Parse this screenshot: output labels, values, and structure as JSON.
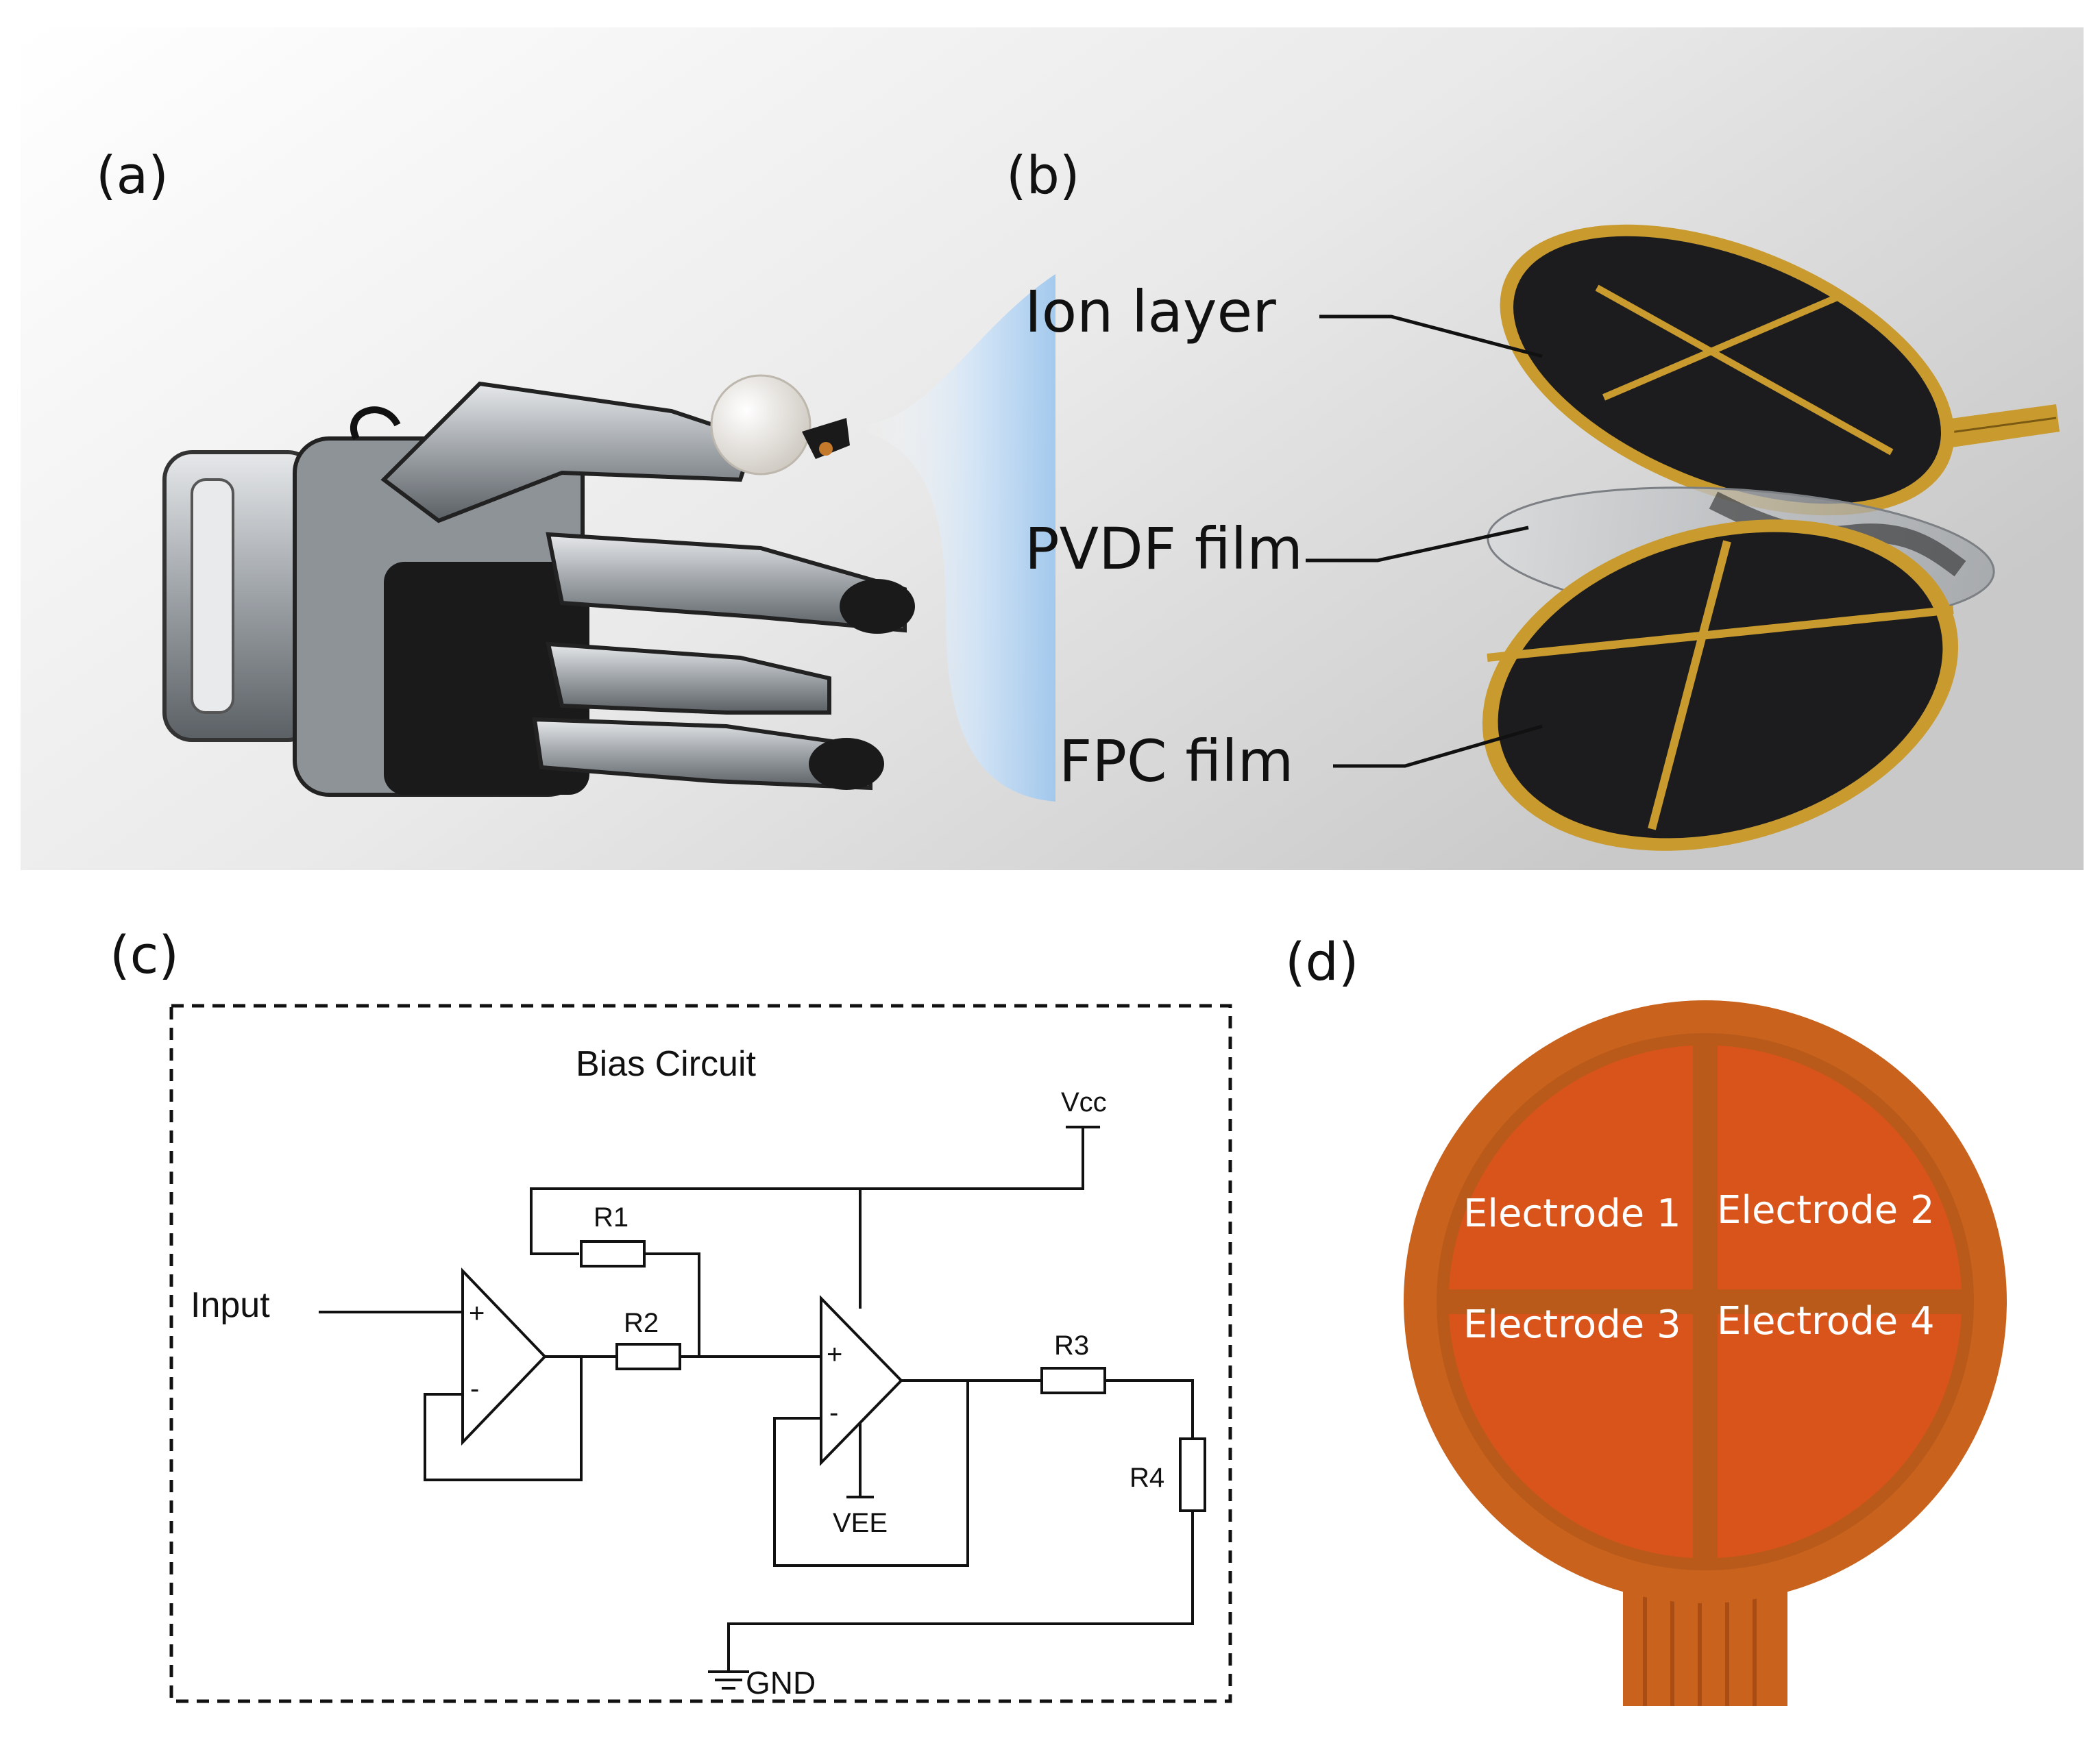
{
  "panels": {
    "a": {
      "label": "(a)"
    },
    "b": {
      "label": "(b)",
      "layers": [
        "Ion layer",
        "PVDF film",
        "FPC film"
      ]
    },
    "c": {
      "label": "(c)",
      "title": "Bias Circuit",
      "input": "Input",
      "vcc": "Vcc",
      "vee": "VEE",
      "gnd": "GND",
      "resistors": [
        "R1",
        "R2",
        "R3",
        "R4"
      ],
      "plus": "+",
      "minus": "-"
    },
    "d": {
      "label": "(d)",
      "electrodes": [
        "Electrode 1",
        "Electrode 2",
        "Electrode 3",
        "Electrode 4"
      ]
    }
  },
  "colors": {
    "electrode_orange": "#d9541a",
    "rim_orange": "#c8621c",
    "gold": "#c99a2e",
    "ion_black": "#1c1c1e",
    "highlight_blue": "#a9cdf0"
  }
}
